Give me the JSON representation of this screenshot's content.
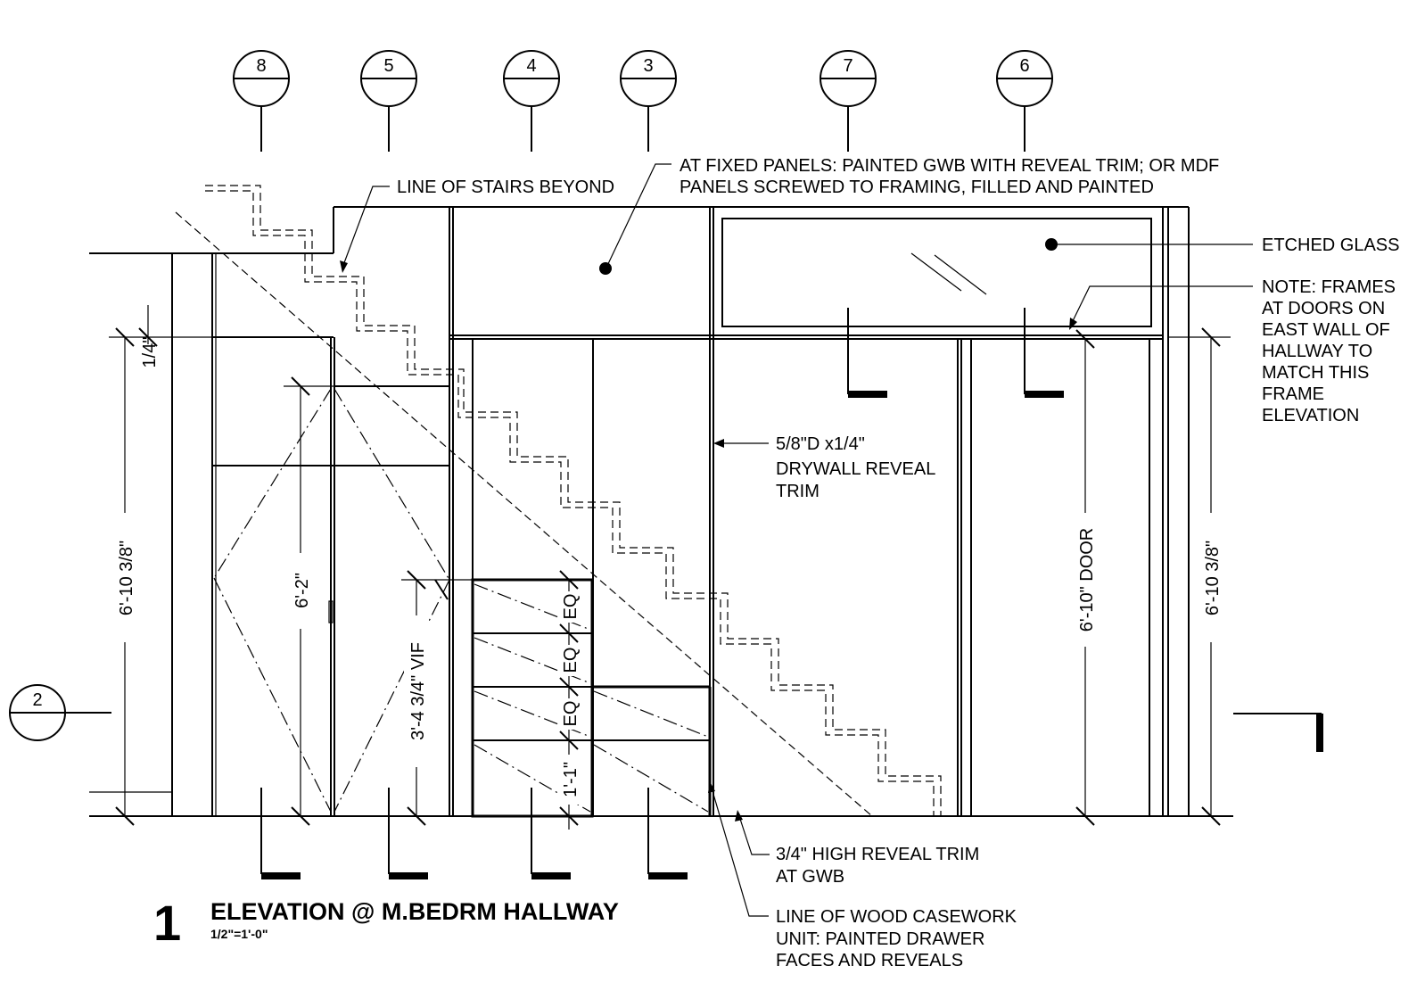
{
  "bubbles": {
    "b8": "8",
    "b5": "5",
    "b4": "4",
    "b3": "3",
    "b7": "7",
    "b6": "6",
    "b2": "2"
  },
  "notes": {
    "stairs_beyond": "LINE OF STAIRS BEYOND",
    "fixed_panels_1": "AT FIXED PANELS: PAINTED GWB WITH REVEAL TRIM; OR MDF",
    "fixed_panels_2": "PANELS SCREWED TO FRAMING, FILLED AND PAINTED",
    "etched_glass": "ETCHED GLASS",
    "frames_1": "NOTE: FRAMES",
    "frames_2": "AT DOORS ON",
    "frames_3": "EAST WALL OF",
    "frames_4": "HALLWAY TO",
    "frames_5": "MATCH THIS",
    "frames_6": "FRAME",
    "frames_7": "ELEVATION",
    "drywall_1": "5/8\"D x1/4\"",
    "drywall_2": "DRYWALL REVEAL",
    "drywall_3": "TRIM",
    "base_1": "3/4\" HIGH REVEAL TRIM",
    "base_2": "AT GWB",
    "casework_1": "LINE OF WOOD CASEWORK",
    "casework_2": "UNIT: PAINTED DRAWER",
    "casework_3": "FACES AND REVEALS"
  },
  "dimensions": {
    "left_height": "6'-10 3/8\"",
    "right_height": "6'-10 3/8\"",
    "top_gap": "1/4\"",
    "door_height_left": "6'-2\"",
    "casework_height": "3'-4 3/4\" VIF",
    "eq": "EQ",
    "drawer_height": "1'-1\"",
    "door_height_right": "6'-10\" DOOR"
  },
  "title": {
    "number": "1",
    "text": "ELEVATION @ M.BEDRM HALLWAY",
    "scale": "1/2\"=1'-0\""
  }
}
